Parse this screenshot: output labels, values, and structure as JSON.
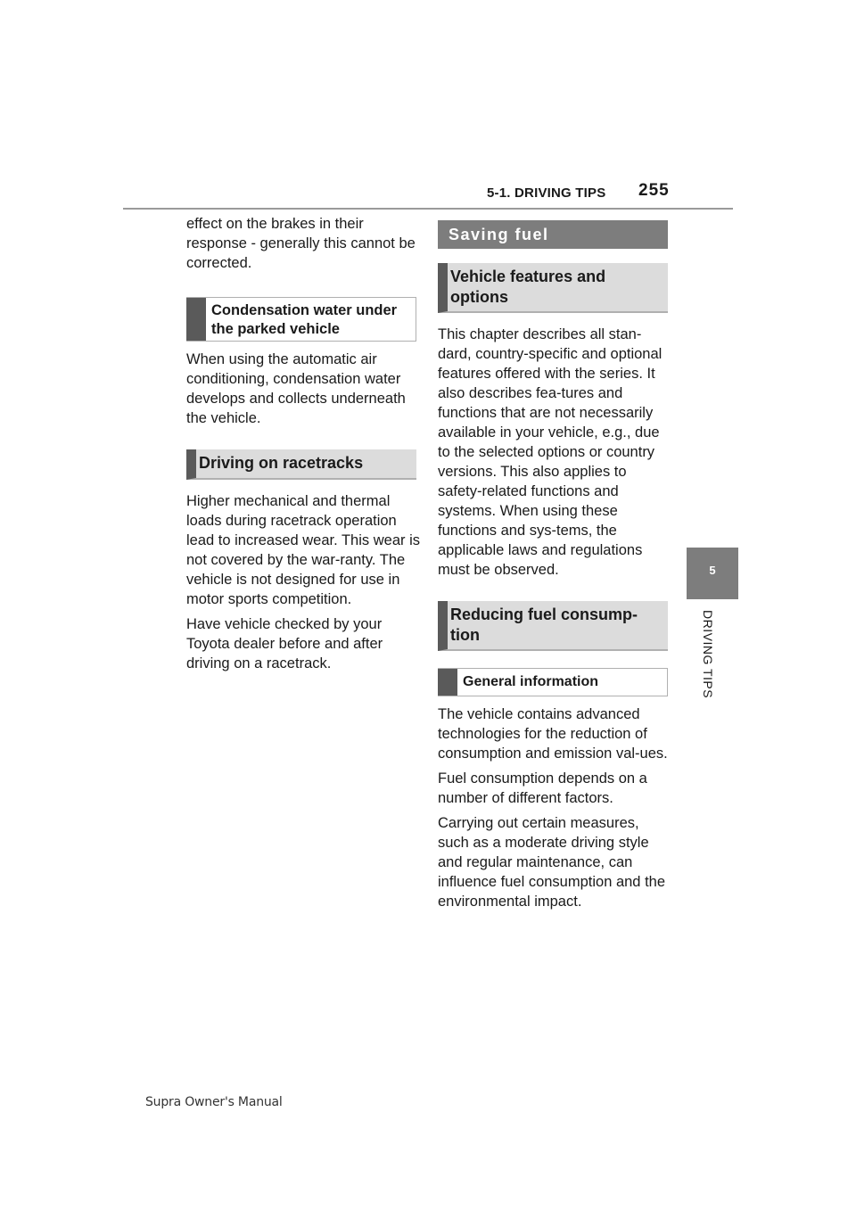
{
  "header": {
    "section": "5-1. DRIVING TIPS",
    "page_number": "255"
  },
  "side_tab": {
    "number": "5",
    "label": "DRIVING TIPS"
  },
  "footer": {
    "manual_name": "Supra Owner's Manual"
  },
  "left_column": {
    "intro_para": "effect on the brakes in their response - generally this cannot be corrected.",
    "condensation_heading": "Condensation water under the parked vehicle",
    "condensation_para": "When using the automatic air conditioning, condensation water develops and collects underneath the vehicle.",
    "racetrack_heading": "Driving on racetracks",
    "racetrack_para1": "Higher mechanical and thermal loads during racetrack operation lead to increased wear. This wear is not covered by the war-ranty. The vehicle is not designed for use in motor sports competition.",
    "racetrack_para2": "Have vehicle checked by your Toyota dealer before and after driving on a racetrack."
  },
  "right_column": {
    "chapter_title": "Saving fuel",
    "features_heading": "Vehicle features and options",
    "features_para": "This chapter describes all stan-dard, country-specific and optional features offered with the series. It also describes fea-tures and functions that are not necessarily available in your vehicle, e.g., due to the selected options or country versions. This also applies to safety-related functions and systems. When using these functions and sys-tems, the applicable laws and regulations must be observed.",
    "reducing_heading": "Reducing fuel consump-tion",
    "general_heading": "General information",
    "general_para1": "The vehicle contains advanced technologies for the reduction of consumption and emission val-ues.",
    "general_para2": "Fuel consumption depends on a number of different factors.",
    "general_para3": "Carrying out certain measures, such as a moderate driving style and regular maintenance, can influence fuel consumption and the environmental impact."
  }
}
